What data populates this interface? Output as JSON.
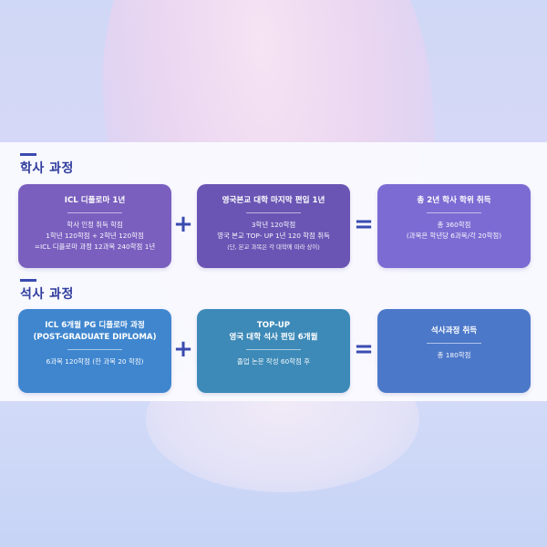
{
  "bachelor": {
    "title": "학사 과정",
    "card1": {
      "title": "ICL 디플로마 1년",
      "lines": [
        "학사 인정 취득 학점",
        "1학년 120학점 + 2학년 120학점",
        "=ICL 디플로마 과정 12과목 240학점 1년"
      ]
    },
    "card2": {
      "title": "영국본교 대학 마지막 편입 1년",
      "lines": [
        "3학년 120학점",
        "영국 본교 TOP- UP 1년 120 학점 취득",
        "(단, 본교  과목은  각 대학에 따라 상이)"
      ]
    },
    "card3": {
      "title": "총 2년 학사 학위 취득",
      "lines": [
        "총 360학점",
        "(과목은 학년당 6과목/각 20학점)"
      ]
    },
    "plus": "+",
    "equals": "="
  },
  "master": {
    "title": "석사 과정",
    "card1": {
      "title1": "ICL 6개월 PG 디플로마 과정",
      "title2": "(POST-GRADUATE DIPLOMA)",
      "lines": [
        "6과목 120학점 (한 과목 20 학점)"
      ]
    },
    "card2": {
      "title1": "TOP-UP",
      "title2": "영국 대학 석사 편입 6개월",
      "lines": [
        "졸업 논문 작성 60학점 후"
      ]
    },
    "card3": {
      "title": "석사과정 취득",
      "lines": [
        "총 180학점"
      ]
    },
    "plus": "+",
    "equals": "="
  },
  "colors": {
    "accent": "#3a4bb0",
    "card_purple": "#7a5fbf",
    "card_purple_dark": "#6a55b4",
    "card_violet": "#7c6bd3",
    "card_blue": "#3f86cf",
    "card_teal": "#3d8ab8",
    "card_blue_dark": "#4c78c9"
  }
}
